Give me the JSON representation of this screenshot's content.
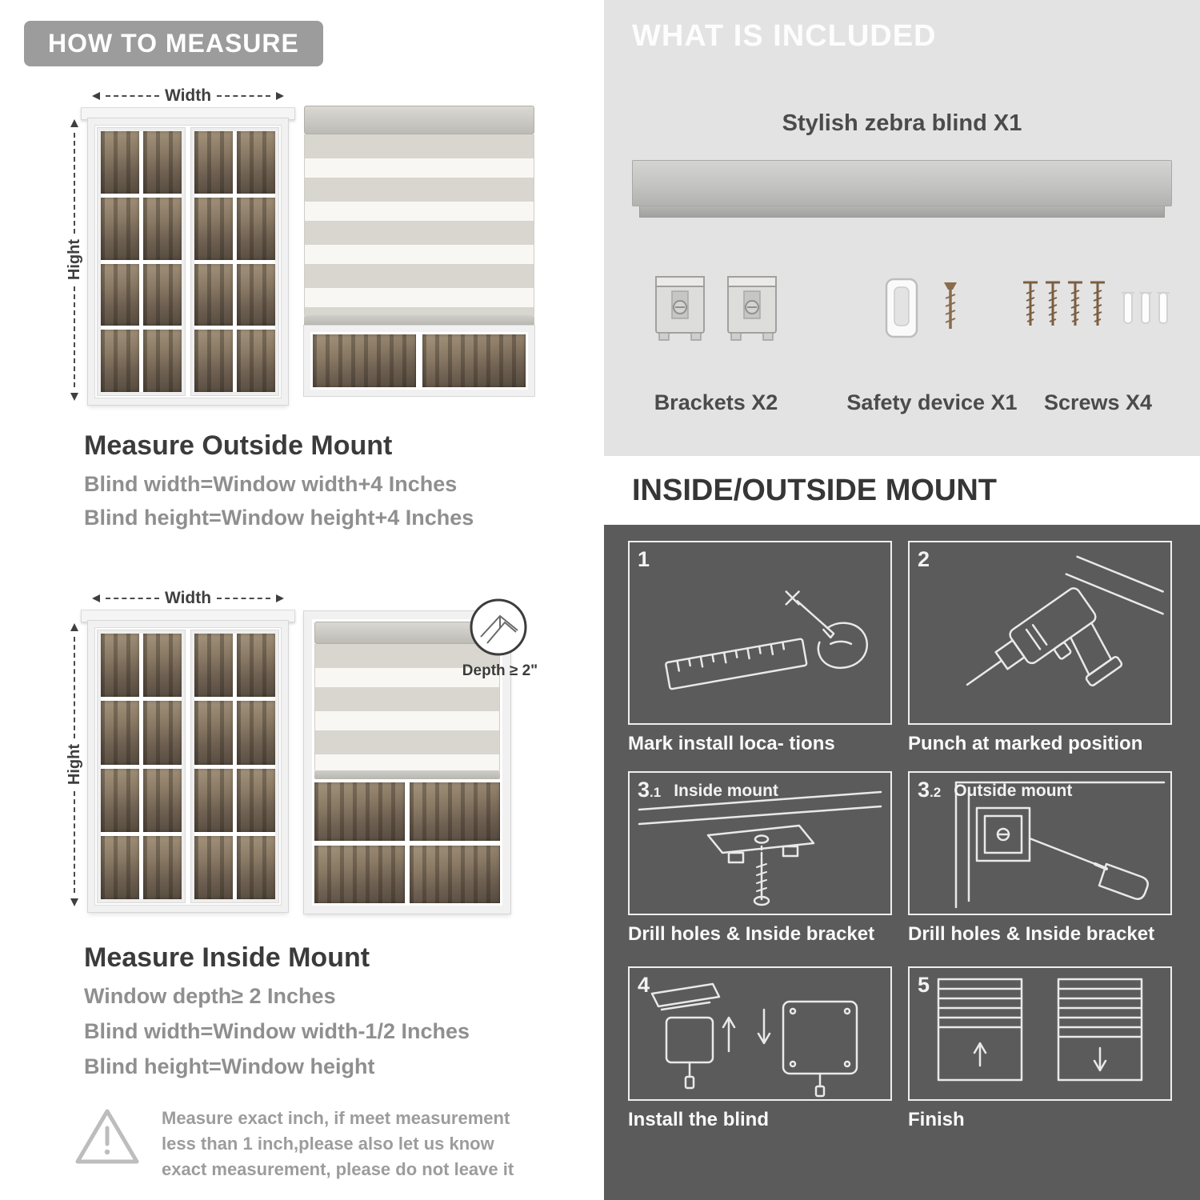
{
  "left": {
    "header": "HOW TO MEASURE",
    "outside": {
      "width_label": "Width",
      "height_label": "Hight",
      "title": "Measure Outside Mount",
      "line1": "Blind width=Window width+4 Inches",
      "line2": "Blind height=Window height+4 Inches"
    },
    "inside": {
      "width_label": "Width",
      "height_label": "Hight",
      "depth_label": "Depth ≥ 2\"",
      "title": "Measure Inside Mount",
      "line1": "Window depth≥ 2 Inches",
      "line2": "Blind width=Window width-1/2 Inches",
      "line3": "Blind height=Window height"
    },
    "warning": {
      "text": "Measure exact inch, if meet measurement less than 1 inch,please also let us know exact measurement, please do not leave it"
    }
  },
  "right": {
    "included": {
      "header": "WHAT IS INCLUDED",
      "blind_title": "Stylish zebra blind X1",
      "brackets_label": "Brackets X2",
      "safety_label": "Safety device X1",
      "screws_label": "Screws X4"
    },
    "mount": {
      "header": "INSIDE/OUTSIDE MOUNT",
      "steps": [
        {
          "num": "1",
          "num_small": "",
          "sub": "",
          "caption": "Mark install loca- tions"
        },
        {
          "num": "2",
          "num_small": "",
          "sub": "",
          "caption": "Punch at  marked position"
        },
        {
          "num": "3",
          "num_small": ".1",
          "sub": "Inside mount",
          "caption": "Drill holes &  Inside bracket"
        },
        {
          "num": "3",
          "num_small": ".2",
          "sub": "Outside mount",
          "caption": "Drill holes &  Inside bracket"
        },
        {
          "num": "4",
          "num_small": "",
          "sub": "",
          "caption": "Install the blind"
        },
        {
          "num": "5",
          "num_small": "",
          "sub": "",
          "caption": "Finish"
        }
      ]
    }
  },
  "colors": {
    "header_pill": "#9c9c9c",
    "light_section_bg": "#e3e3e3",
    "dark_section_bg": "#5b5b5b",
    "heading_text": "#3b3b3b",
    "body_gray_text": "#8f8f8f",
    "white_text": "#ffffff"
  },
  "icons": {
    "warning": "warning-triangle-icon",
    "depth": "depth-corner-icon",
    "brackets": "bracket-icon",
    "safety": "safety-device-icon",
    "screws": "screws-anchors-icon"
  }
}
